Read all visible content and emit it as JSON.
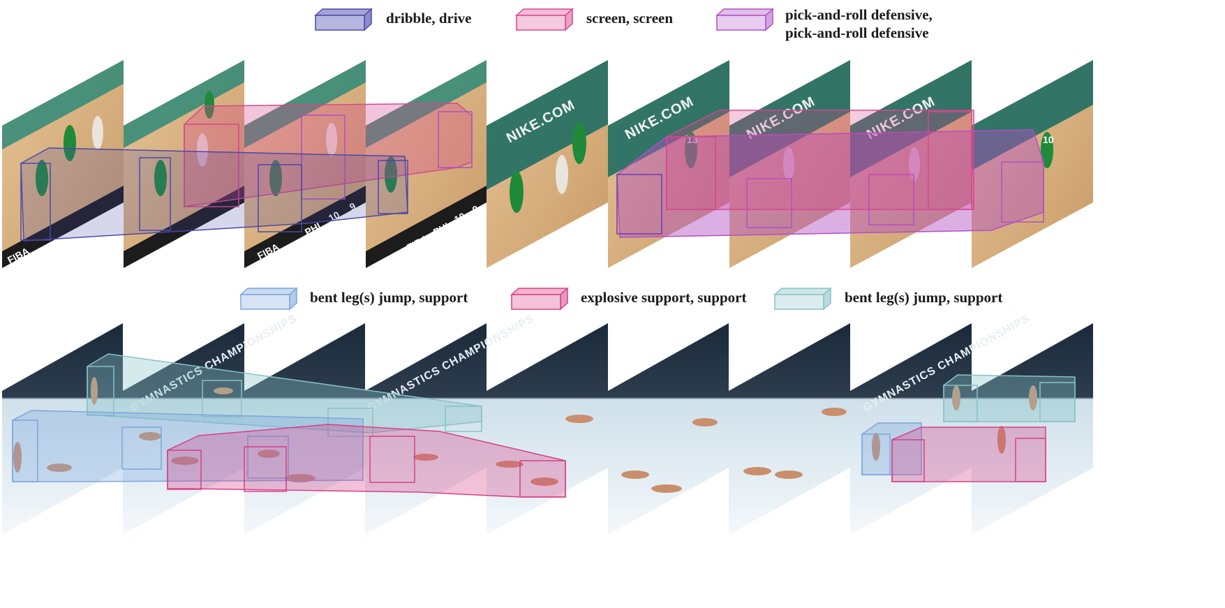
{
  "colors": {
    "dribble_drive": "#4a48a8",
    "screen": "#d6478f",
    "pick_and_roll": "#b24ec4",
    "bent_leg_blue": "#7aa6dd",
    "explosive": "#d83f86",
    "bent_leg_teal": "#86c2c8",
    "court_wood": "#dcb487",
    "court_teal": "#2f8a78",
    "gym_floor": "#e9f1f6",
    "gym_dark": "#172433"
  },
  "legend_top": [
    {
      "label": "dribble, drive",
      "color_key": "dribble_drive"
    },
    {
      "label": "screen, screen",
      "color_key": "screen"
    },
    {
      "label_line1": "pick-and-roll defensive,",
      "label_line2": "pick-and-roll defensive",
      "color_key": "pick_and_roll"
    }
  ],
  "legend_bottom": [
    {
      "label": "bent leg(s) jump, support",
      "color_key": "bent_leg_blue"
    },
    {
      "label": "explosive support, support",
      "color_key": "explosive"
    },
    {
      "label": "bent leg(s) jump, support",
      "color_key": "bent_leg_teal"
    }
  ],
  "basketball": {
    "scoreboard": {
      "team": "PHI",
      "score_a": "10",
      "score_b": "9",
      "brand": "FIBA"
    },
    "banner": "NIKE.COM",
    "jersey_numbers": [
      "13",
      "10"
    ]
  },
  "gymnastics": {
    "banner": "GYMNASTICS CHAMPIONSHIPS"
  }
}
